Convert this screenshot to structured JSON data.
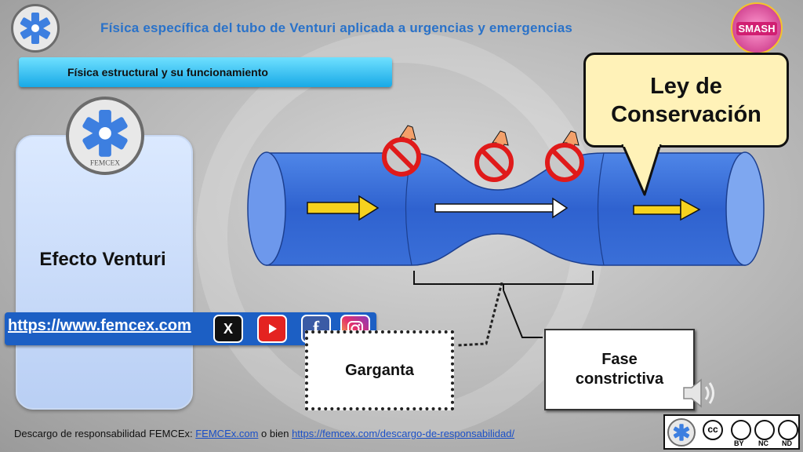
{
  "header": {
    "title": "Física específica del tubo de Venturi aplicada a urgencias y emergencias",
    "section_label": "Física estructural y su funcionamiento"
  },
  "left_panel": {
    "effect_title": "Efecto Venturi"
  },
  "logo": {
    "caption": "FEMCEX"
  },
  "smash_badge": {
    "label": "SMASH"
  },
  "callout": {
    "text": "Ley de Conservación"
  },
  "labels": {
    "throat": "Garganta",
    "constrictive_phase": "Fase constrictiva"
  },
  "social_bar": {
    "url": "https://www.femcex.com",
    "icons": [
      "x-icon",
      "youtube-icon",
      "facebook-icon",
      "instagram-icon"
    ],
    "x_glyph": "X",
    "facebook_glyph": "f"
  },
  "footer": {
    "prefix": "Descargo de responsabilidad FEMCEx:",
    "link1": "FEMCEx.com",
    "middle": "o bien",
    "link2": "https://femcex.com/descargo-de-responsabilidad/"
  },
  "license": {
    "badges": [
      "BY",
      "NC",
      "ND"
    ],
    "cc": "cc"
  },
  "colors": {
    "title_blue": "#2a72c9",
    "tube_blue": "#3a6fd8",
    "arrow_yellow": "#f6d21e",
    "callout_fill": "#fff2b8",
    "url_bar": "#1c5fc4"
  }
}
